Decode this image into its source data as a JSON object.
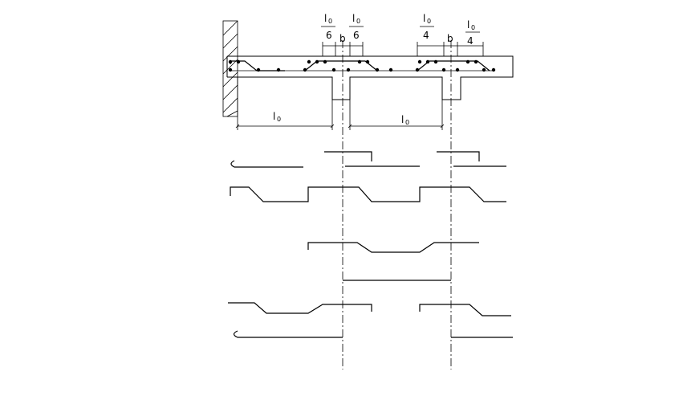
{
  "labels": {
    "l0": "l",
    "l0_sub": "0",
    "b": "b",
    "six": "6",
    "four": "4"
  }
}
